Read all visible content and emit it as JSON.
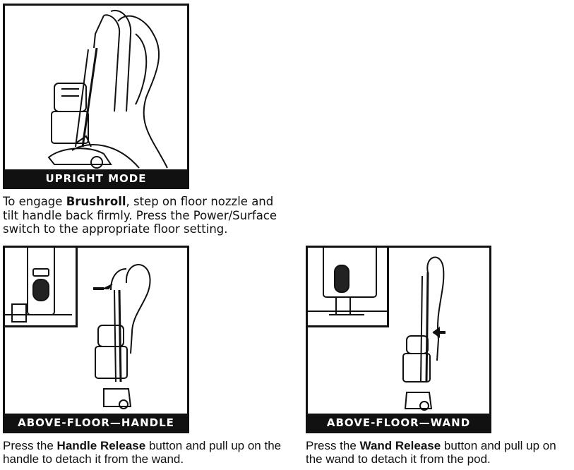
{
  "upright": {
    "label": "UPRIGHT MODE",
    "caption_pre": "To engage ",
    "caption_bold": "Brushroll",
    "caption_post": ", step on floor nozzle and tilt handle back firmly. Press the Power/Surface switch to the appropriate floor setting."
  },
  "handle": {
    "label": "ABOVE-FLOOR—HANDLE",
    "caption_pre": "Press the ",
    "caption_bold": "Handle Release",
    "caption_post": " button and pull up on the handle to detach it from the wand."
  },
  "wand": {
    "label": "ABOVE-FLOOR—WAND",
    "caption_pre": "Press the ",
    "caption_bold": "Wand Release",
    "caption_post": " button and pull up on the wand to detach it from the pod."
  }
}
